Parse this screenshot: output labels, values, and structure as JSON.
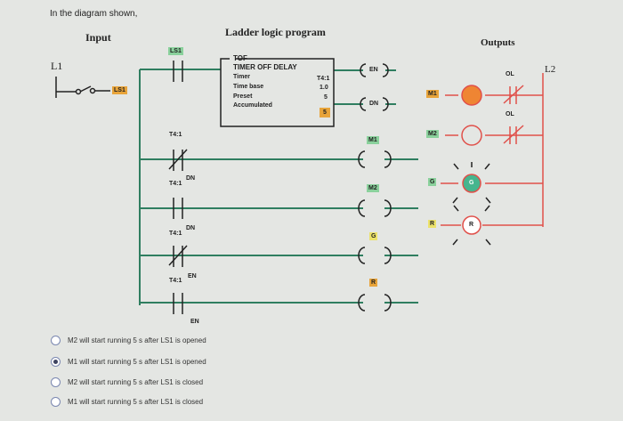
{
  "question": "In the diagram shown,",
  "headings": {
    "input": "Input",
    "ladder": "Ladder logic program",
    "outputs": "Outputs",
    "l1": "L1",
    "l2": "L2"
  },
  "tof_block": {
    "title": "TOF",
    "line1": "TIMER OFF DELAY",
    "timer_label": "Timer",
    "timer_value": "T4:1",
    "timebase_label": "Time base",
    "timebase_value": "1.0",
    "preset_label": "Preset",
    "preset_value": "5",
    "accum_label": "Accumulated",
    "accum_value": "5"
  },
  "labels": {
    "ls1": "LS1",
    "ls1_input": "LS1",
    "t41": "T4:1",
    "dn": "DN",
    "en": "EN",
    "m1": "M1",
    "m2": "M2",
    "g": "G",
    "r": "R",
    "ol": "OL"
  },
  "options": [
    {
      "text": "M2 will start running 5 s after LS1 is opened",
      "selected": false
    },
    {
      "text": "M1 will start running 5 s after LS1 is opened",
      "selected": true
    },
    {
      "text": "M2 will start running 5 s after LS1 is closed",
      "selected": false
    },
    {
      "text": "M1 will start running 5 s after LS1 is closed",
      "selected": false
    }
  ],
  "colors": {
    "green_rung": "#2f7e60",
    "red_wire": "#e0504a",
    "orange_lamp": "#ef8533",
    "green_lamp": "#46b58e",
    "label_orange": "#e8a43a",
    "label_green": "#8ad19c",
    "label_yellow": "#ece26a",
    "ink": "#222222"
  }
}
